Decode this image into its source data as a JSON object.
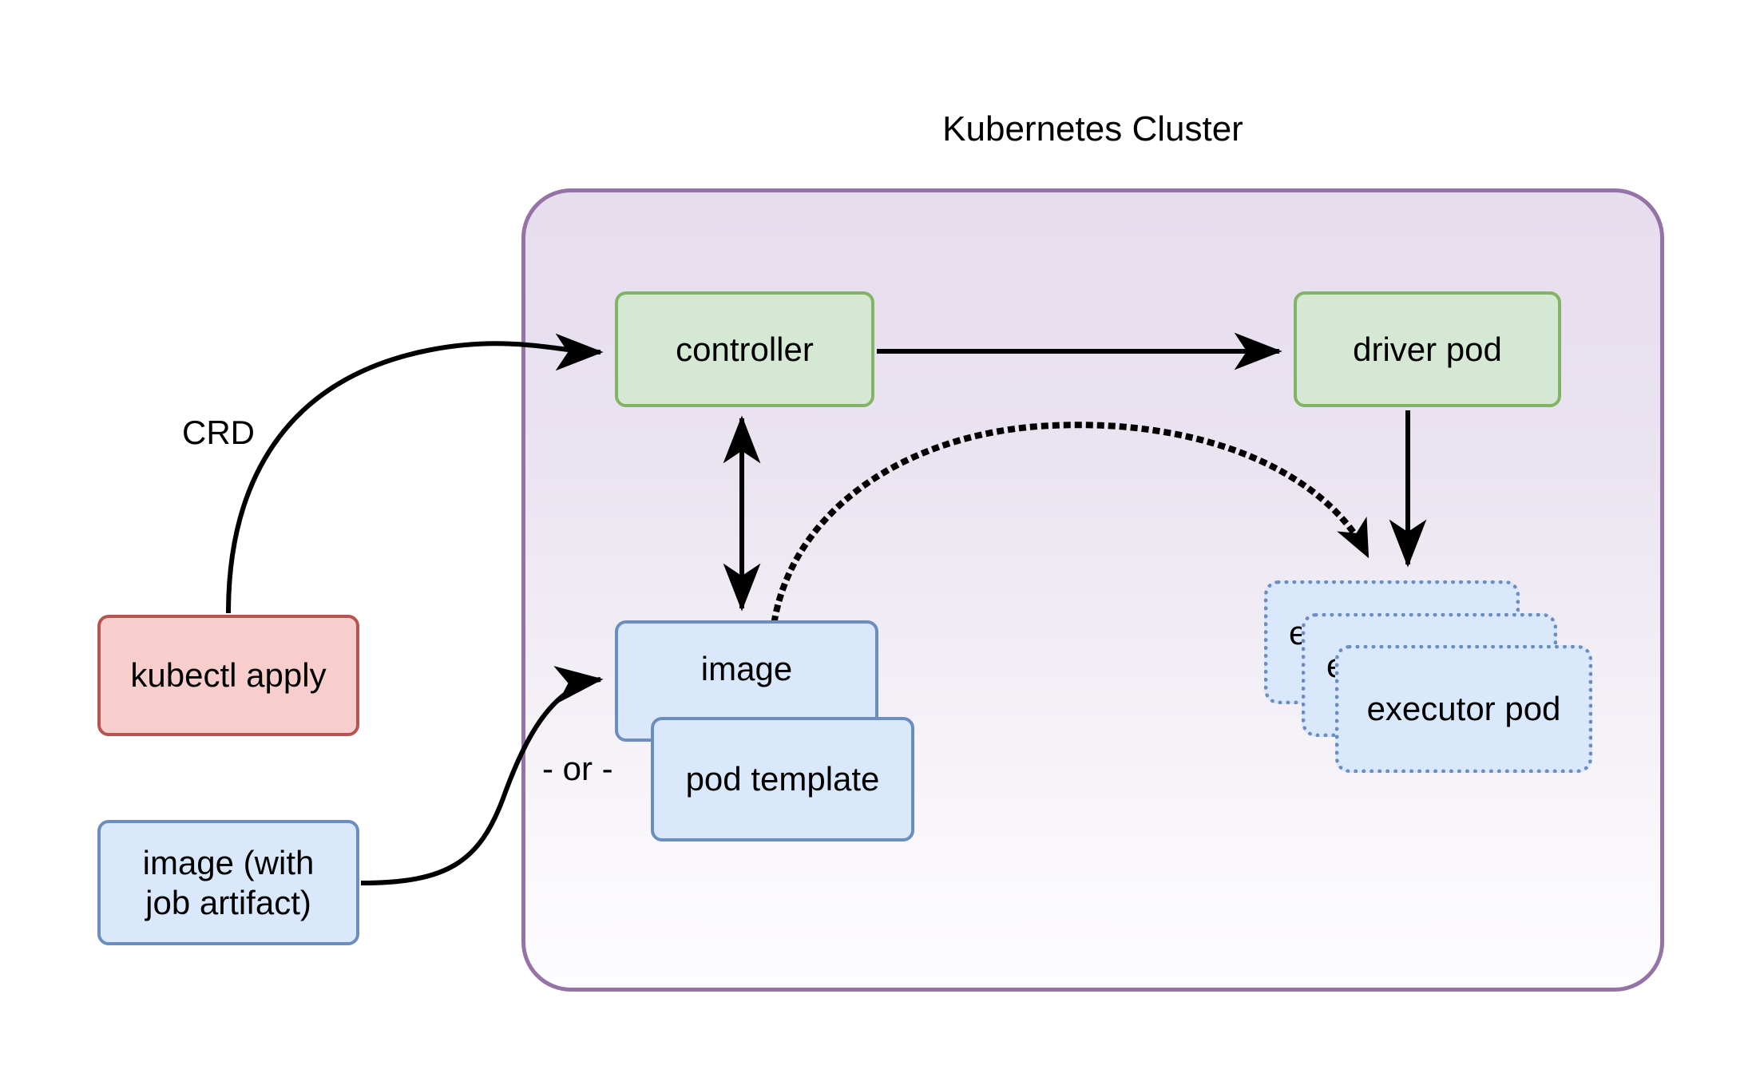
{
  "diagram": {
    "title": "Kubernetes Cluster",
    "type": "architecture-flow"
  },
  "cluster": {
    "label": "Kubernetes Cluster",
    "border_color": "#9673a6",
    "fill_top": "#e6dded",
    "fill_bottom": "#fdfcfe"
  },
  "nodes": {
    "controller": {
      "label": "controller",
      "fill": "#d5e8d4",
      "stroke": "#82b366",
      "style": "solid"
    },
    "driver_pod": {
      "label": "driver pod",
      "fill": "#d5e8d4",
      "stroke": "#82b366",
      "style": "solid"
    },
    "kubectl_apply": {
      "label": "kubectl apply",
      "fill": "#f8cecc",
      "stroke": "#b85450",
      "style": "solid"
    },
    "image_with_job_artifact": {
      "label": "image (with\njob artifact)",
      "fill": "#dae8fc",
      "stroke": "#6c8ebf",
      "style": "solid"
    },
    "image": {
      "label": "image",
      "fill": "#dae8fc",
      "stroke": "#6c8ebf",
      "style": "solid"
    },
    "pod_template": {
      "label": "pod template",
      "fill": "#dae8fc",
      "stroke": "#6c8ebf",
      "style": "solid"
    },
    "executor_pods": {
      "label": "executor pod",
      "count": 3,
      "fill": "#dae8fc",
      "stroke": "#6c8ebf",
      "style": "dotted"
    }
  },
  "labels": {
    "crd": "CRD",
    "or": "- or -"
  },
  "edges": [
    {
      "id": "kubectl-to-controller",
      "from": "kubectl apply",
      "to": "controller",
      "label": "CRD",
      "style": "solid-curved",
      "arrow": "end"
    },
    {
      "id": "controller-to-driver",
      "from": "controller",
      "to": "driver pod",
      "label": "",
      "style": "solid-straight",
      "arrow": "end"
    },
    {
      "id": "controller-image-bidirectional",
      "from": "controller",
      "to": "image",
      "label": "",
      "style": "solid-straight",
      "arrow": "both"
    },
    {
      "id": "image-to-executor",
      "from": "image",
      "to": "executor pod",
      "label": "",
      "style": "dotted-curved",
      "arrow": "end"
    },
    {
      "id": "driver-to-executor",
      "from": "driver pod",
      "to": "executor pod",
      "label": "",
      "style": "solid-straight",
      "arrow": "end"
    },
    {
      "id": "image-artifact-to-image",
      "from": "image (with job artifact)",
      "to": "image",
      "label": "",
      "style": "solid-curved",
      "arrow": "end"
    }
  ]
}
